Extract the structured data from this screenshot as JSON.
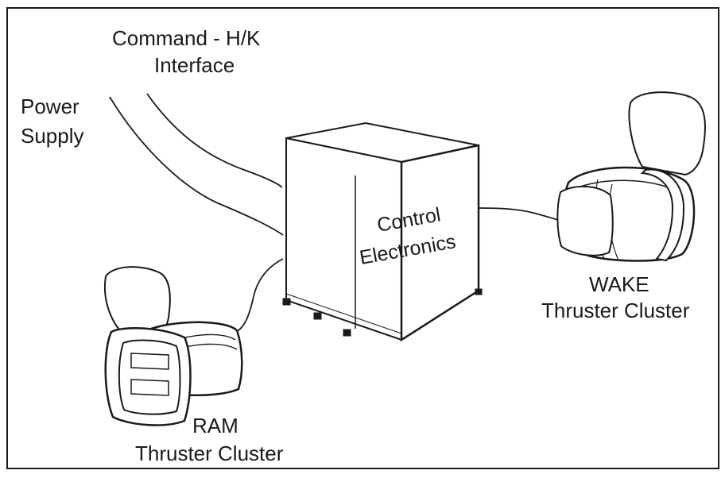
{
  "labels": {
    "command_line1": "Command - H/K",
    "command_line2": "Interface",
    "power_line1": "Power",
    "power_line2": "Supply",
    "control_line1": "Control",
    "control_line2": "Electronics",
    "wake_line1": "WAKE",
    "wake_line2": "Thruster Cluster",
    "ram_line1": "RAM",
    "ram_line2": "Thruster Cluster"
  },
  "colors": {
    "line": "#1a1a1a",
    "background": "#ffffff"
  }
}
